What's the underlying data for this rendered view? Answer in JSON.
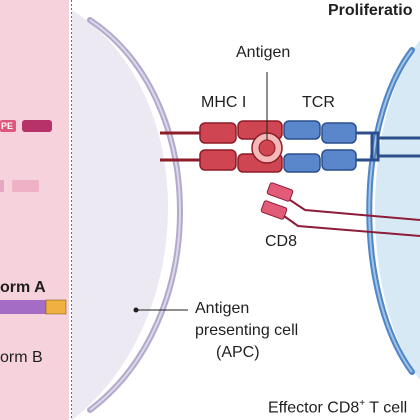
{
  "header": {
    "title": "Proliferatio"
  },
  "left_panel": {
    "form_a_label": "orm A",
    "form_b_label": "orm B",
    "chip_text": "PE"
  },
  "labels": {
    "antigen": "Antigen",
    "mhc": "MHC I",
    "tcr": "TCR",
    "cd8": "CD8",
    "apc_line1": "Antigen",
    "apc_line2": "presenting cell",
    "apc_line3": "(APC)",
    "effector_prefix": "Effector CD8",
    "effector_sup": "+",
    "effector_suffix": " T cell"
  },
  "colors": {
    "left_panel_bg": "#f6d2dc",
    "apc_fill": "#ece9f3",
    "apc_membrane": "#b3aacb",
    "tcell_fill": "#d8e9f6",
    "tcell_membrane": "#4f86c8",
    "mhc_red": "#cf4552",
    "mhc_outline": "#8e1d28",
    "antigen_light": "#f5b7b7",
    "tcr_blue": "#5a87cc",
    "tcr_outline": "#2c4f8c",
    "cd8_pink": "#e25c77",
    "cd8_line": "#8e1d3a",
    "purple_bar": "#a56cc6",
    "orange_bar": "#f0b13f",
    "magenta_chip": "#b8326a"
  }
}
